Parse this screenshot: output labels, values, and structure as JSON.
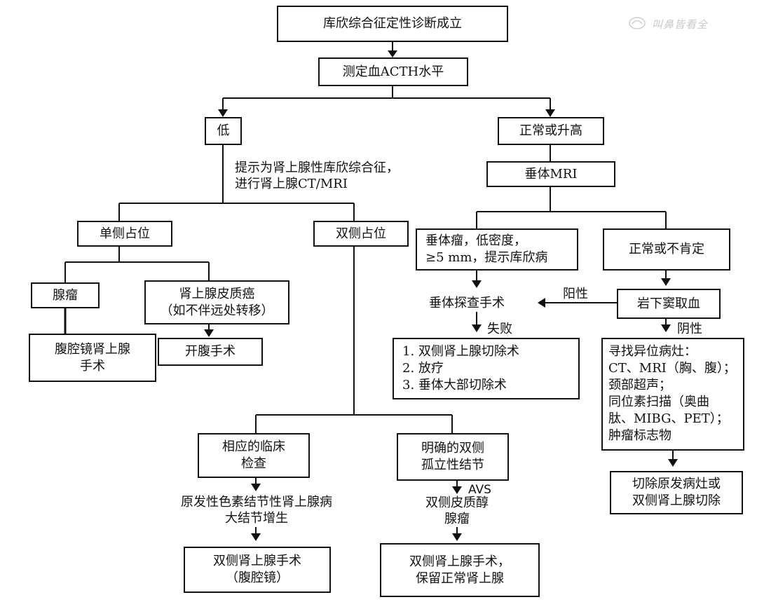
{
  "nodes": {
    "root": "库欣综合征定性诊断成立",
    "acth": "测定血ACTH水平",
    "low": "低",
    "high": "正常或升高",
    "pituitary_mri": "垂体MRI",
    "unilateral": "单侧占位",
    "bilateral": "双侧占位",
    "adenoma": "腺瘤",
    "carcinoma": "肾上腺皮质癌\n（如不伴远处转移）",
    "laparoscopic": "腹腔镜肾上腺\n手术",
    "open_surgery": "开腹手术",
    "pit_tumor": "垂体瘤，低密度，\n≥5 mm，提示库欣病",
    "normal_uncertain": "正常或不肯定",
    "ipss": "岩下窦取血",
    "treat_fail": "1.  双侧肾上腺切除术\n2.  放疗\n3.  垂体大部切除术",
    "ectopic_search": "寻找异位病灶：\nCT、MRI（胸、腹）；\n颈部超声；\n同位素扫描（奥曲\n肽、MIBG、PET）；\n肿瘤标志物",
    "ectopic_treat": "切除原发病灶或\n双侧肾上腺切除",
    "clinical_exam": "相应的临床\n检查",
    "clear_nodules": "明确的双侧\n孤立性结节",
    "bilat_lap": "双侧肾上腺手术\n（腹腔镜）",
    "bilat_keep": "双侧肾上腺手术，\n保留正常肾上腺"
  },
  "labels": {
    "adrenal_hint": "提示为肾上腺性库欣综合征，\n进行肾上腺CT/MRI",
    "pit_exploration": "垂体探查手术",
    "failure": "失败",
    "positive": "阳性",
    "negative": "阴性",
    "ppnad": "原发性色素结节性肾上腺病\n大结节增生",
    "avs": "AVS",
    "bilat_cortical": "双侧皮质醇\n腺瘤"
  },
  "watermark": "叫鼻皆看全"
}
